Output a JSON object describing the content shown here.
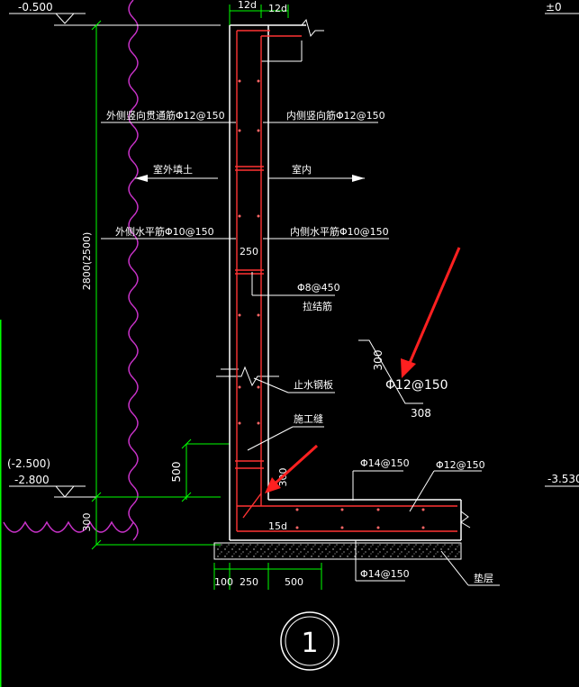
{
  "levels": {
    "top_left": "-0.500",
    "top_right": "±0",
    "mid_left_alt": "(-2.500)",
    "mid_left": "-2.800",
    "mid_right": "-3.530"
  },
  "dimensions": {
    "top_12d_a": "12d",
    "top_12d_b": "12d",
    "height": "2800(2500)",
    "h300": "300",
    "h500": "500",
    "w250": "250",
    "dim300": "300",
    "kicker15d": "15d",
    "b100": "100",
    "b250": "250",
    "b500": "500",
    "detail_300": "300",
    "detail_308": "308"
  },
  "labels": {
    "outer_vertical": "外侧竖向贯通筋Φ12@150",
    "inner_vertical": "内侧竖向筋Φ12@150",
    "outer_backfill": "室外填土",
    "indoor": "室内",
    "outer_horizontal": "外侧水平筋Φ10@150",
    "inner_horizontal": "内侧水平筋Φ10@150",
    "tie_spec": "Φ8@450",
    "tie_name": "拉结筋",
    "waterstop": "止水钢板",
    "construction_joint": "施工缝",
    "slab_top_left": "Φ14@150",
    "slab_top_right": "Φ12@150",
    "slab_bottom": "Φ14@150",
    "cushion": "垫层",
    "detail_bar": "Φ12@150",
    "section_no": "1"
  },
  "colors": {
    "background": "#000000",
    "dim_line": "#00ff00",
    "rebar": "#ff3333",
    "concrete": "#ffffff",
    "earth": "#cc33cc",
    "arrow": "#ff2020"
  }
}
